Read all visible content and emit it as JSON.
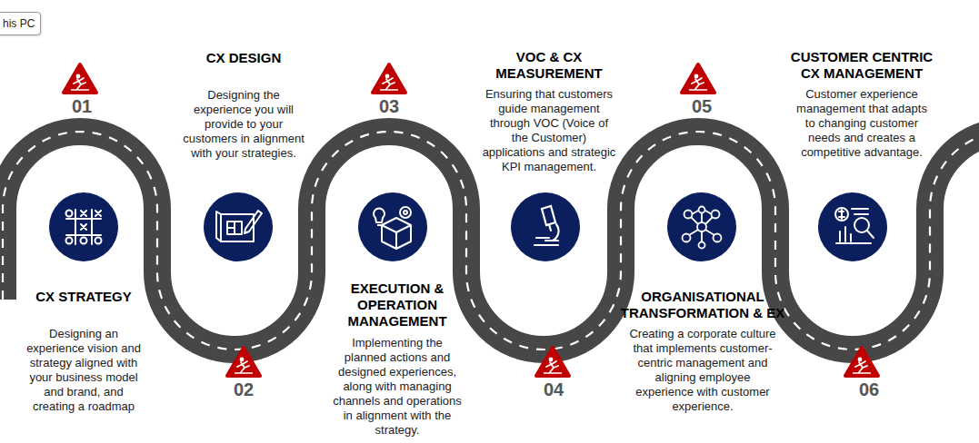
{
  "diagram": {
    "nodes": [
      {
        "text": [
          "CX STRATEGY",
          "Designing an experience vision and strategy aligned with your business model and brand, and creating a roadmap"
        ]
      },
      {
        "text": [
          "CX DESIGN",
          "Designing the experience you will provide to your customers in alignment with your strategies."
        ]
      },
      {
        "text": [
          "EXECUTION & OPERATION MANAGEMENT",
          "Implementing the planned actions and designed experiences, along with managing channels and operations in alignment with the strategy."
        ]
      },
      {
        "text": [
          "VOC & CX MEASUREMENT",
          "Ensuring that customers guide management through VOC (Voice of the Customer) applications and strategic KPI management."
        ]
      },
      {
        "text": [
          "ORGANISATIONAL TRANSFORMATION & EX",
          "Creating a corporate culture that implements customer-centric management and aligning employee experience with customer experience."
        ]
      },
      {
        "text": [
          "CUSTOMER CENTRIC CX MANAGEMENT",
          "Customer experience management that adapts to changing customer needs and creates a competitive advantage."
        ]
      }
    ],
    "labels": [
      "his PC",
      "01",
      "02",
      "03",
      "04",
      "05",
      "06"
    ]
  }
}
